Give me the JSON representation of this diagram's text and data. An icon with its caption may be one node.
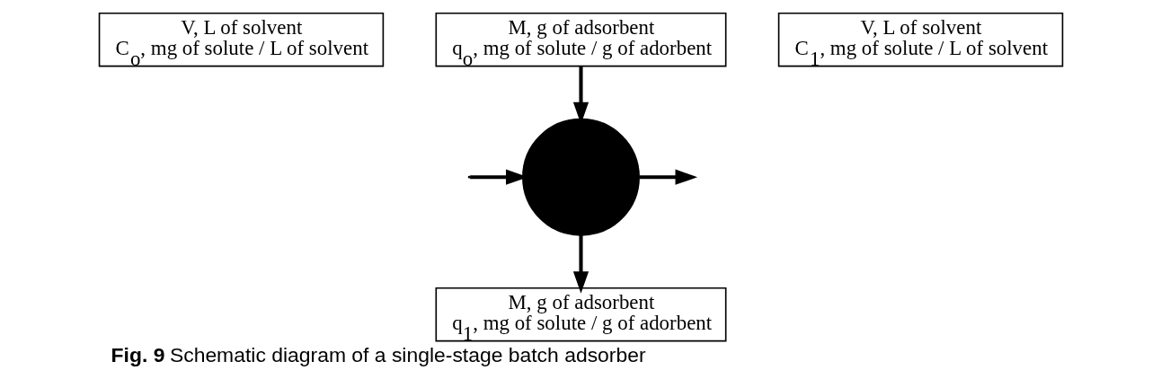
{
  "diagram": {
    "caption": "**Fig. 9** Schematic diagram of a single-stage batch adsorber",
    "nodes": [
      {
        "text": [
          "M, g of adsorbent",
          "q$_{o}$, mg of solute / g of adorbent"
        ]
      },
      {
        "text": [
          "V, L of solvent",
          "C$_{o}$, mg of solute / L of solvent"
        ]
      },
      {
        "text": [],
        "shape": "circle"
      },
      {
        "text": [
          "V, L of solvent",
          "C$_{1}$, mg of solute / L of solvent"
        ]
      },
      {
        "text": [
          "M, g of adsorbent",
          "q$_{1}$, mg of solute / g of adorbent"
        ]
      }
    ],
    "edges": [
      {
        "from": 0,
        "to": 2,
        "arrow": "to"
      },
      {
        "from": 2,
        "to": null,
        "arrow": "to"
      },
      {
        "from": null,
        "to": 2,
        "arrow": "to"
      },
      {
        "from": 2,
        "to": 4,
        "arrow": "to"
      }
    ]
  }
}
